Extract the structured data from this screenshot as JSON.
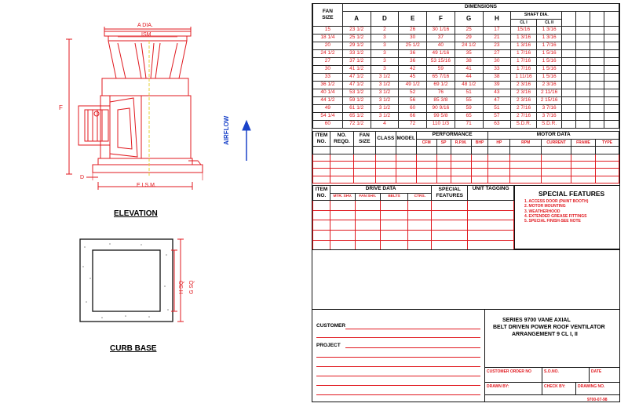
{
  "elevation": {
    "title": "ELEVATION",
    "dim_a": "A DIA.",
    "dim_ism": "ISM",
    "dim_f": "F",
    "dim_d": "D",
    "dim_e": "E I.S.M.",
    "airflow": "AIRFLOW"
  },
  "curb": {
    "title": "CURB BASE",
    "dim_h": "H SQ",
    "dim_g": "G SQ"
  },
  "dimensions": {
    "title": "DIMENSIONS",
    "fan_size_l1": "FAN",
    "fan_size_l2": "SIZE",
    "shaft_dia": "SHAFT DIA.",
    "cols": [
      "A",
      "D",
      "E",
      "F",
      "G",
      "H"
    ],
    "shaft_cols": [
      "CL I",
      "CL II"
    ],
    "rows": [
      [
        "15",
        "23 1/2",
        "2",
        "26",
        "30 1/16",
        "25",
        "17",
        "15/16",
        "1 3/16"
      ],
      [
        "18 1/4",
        "25 1/2",
        "3",
        "30",
        "37",
        "29",
        "21",
        "1 3/16",
        "1 3/16"
      ],
      [
        "20",
        "29 1/2",
        "3",
        "25 1/2",
        "40",
        "24 1/2",
        "23",
        "1 3/16",
        "1 7/16"
      ],
      [
        "24 1/2",
        "33 1/2",
        "3",
        "36",
        "49 1/16",
        "35",
        "27",
        "1 7/16",
        "1 5/16"
      ],
      [
        "27",
        "37 1/2",
        "3",
        "36",
        "53 15/16",
        "38",
        "30",
        "1 7/16",
        "1 5/16"
      ],
      [
        "30",
        "41 1/2",
        "3",
        "42",
        "59",
        "41",
        "33",
        "1 7/16",
        "1 5/16"
      ],
      [
        "33",
        "47 1/2",
        "3 1/2",
        "45",
        "65 7/16",
        "44",
        "38",
        "1 11/16",
        "1 5/16"
      ],
      [
        "36 1/2",
        "47 1/2",
        "3 1/2",
        "49 1/2",
        "69 1/2",
        "48 1/2",
        "39",
        "2 3/16",
        "2 3/16"
      ],
      [
        "40 1/4",
        "53 1/2",
        "3 1/2",
        "52",
        "76",
        "51",
        "43",
        "2 3/16",
        "2 11/16"
      ],
      [
        "44 1/2",
        "59 1/2",
        "3 1/2",
        "56",
        "85 3/8",
        "55",
        "47",
        "2 3/16",
        "2 15/16"
      ],
      [
        "49",
        "61 1/2",
        "3 1/2",
        "60",
        "90 9/16",
        "59",
        "51",
        "2 7/16",
        "3 7/16"
      ],
      [
        "54 1/4",
        "65 1/2",
        "3 1/2",
        "66",
        "99 5/8",
        "65",
        "57",
        "2 7/16",
        "3 7/16"
      ],
      [
        "60",
        "72 1/2",
        "4",
        "72",
        "110 1/3",
        "71",
        "63",
        "S.D.R.",
        "S.D.R."
      ]
    ]
  },
  "performance": {
    "item_no_l1": "ITEM",
    "item_no_l2": "NO.",
    "no_reqd_l1": "NO.",
    "no_reqd_l2": "REQD.",
    "fan_size_l1": "FAN",
    "fan_size_l2": "SIZE",
    "class": "CLASS",
    "model": "MODEL",
    "performance": "PERFORMANCE",
    "perf_cols": [
      "CFM",
      "SP",
      "R.P.M.",
      "BHP"
    ],
    "motor_data": "MOTOR DATA",
    "motor_cols": [
      "HP",
      "RPM",
      "CURRENT",
      "FRAME",
      "TYPE"
    ]
  },
  "drive": {
    "item_no_l1": "ITEM",
    "item_no_l2": "NO.",
    "drive_data": "DRIVE DATA",
    "drive_cols": [
      "MTR. SHV.",
      "FAN SHV.",
      "BELTS",
      "CTRS."
    ],
    "special_l1": "SPECIAL",
    "special_l2": "FEATURES",
    "unit_tagging": "UNIT TAGGING"
  },
  "special_features": {
    "title": "SPECIAL FEATURES",
    "items": [
      "1. ACCESS DOOR (PAINT BOOTH)",
      "2. MOTOR MOUNTING",
      "3. WEATHERHOOD",
      "4. EXTENDED GREASE FITTINGS",
      "5. SPECIAL FINISH-SEE NOTE"
    ]
  },
  "title_block": {
    "series": "SERIES 9700 VANE AXIAL",
    "description": "BELT DRIVEN POWER ROOF VENTILATOR",
    "arrangement": "ARRANGEMENT 9 CL I, II",
    "customer": "CUSTOMER",
    "project": "PROJECT",
    "customer_order_no": "CUSTOMER ORDER NO",
    "so_no": "S.O.NO.",
    "date": "DATE",
    "drawn_by": "DRAWN BY:",
    "check_by": "CHECK BY:",
    "drawing_no": "DRAWING NO.",
    "drawing_code": "9700-07-98"
  },
  "colors": {
    "line": "#111111",
    "accent": "#e0191f",
    "airflow": "#1a43c9"
  }
}
